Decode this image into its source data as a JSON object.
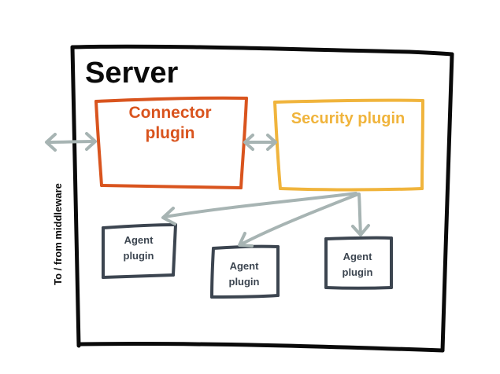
{
  "server": {
    "title": "Server"
  },
  "connector": {
    "line1": "Connector",
    "line2": "plugin"
  },
  "security": {
    "label": "Security plugin"
  },
  "agents": [
    {
      "line1": "Agent",
      "line2": "plugin"
    },
    {
      "line1": "Agent",
      "line2": "plugin"
    },
    {
      "line1": "Agent",
      "line2": "plugin"
    }
  ],
  "middleware": {
    "label": "To / from middleware"
  },
  "colors": {
    "frame": "#0a0a0a",
    "connector": "#d9541e",
    "security": "#f0b43c",
    "agent": "#3c4550",
    "arrow": "#a7b4b3"
  }
}
